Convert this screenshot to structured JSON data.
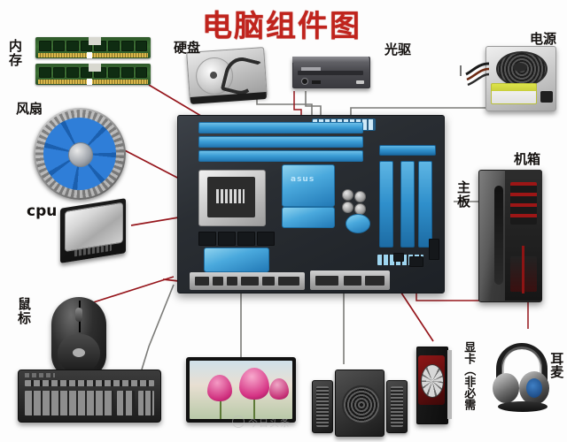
{
  "title": "电脑组件图",
  "title_color": "#c0241d",
  "labels": {
    "ram": "内\n存",
    "fan": "风扇",
    "cpu": "cpu",
    "mouse": "鼠\n标",
    "hdd": "硬盘",
    "odd": "光驱",
    "psu": "电源",
    "case": "机箱",
    "motherboard": "主\n板",
    "gpu": "显卡（非必需",
    "headset": "耳麦"
  },
  "parts": {
    "ram_count": 2,
    "motherboard_brand": "asus",
    "monitor_wallpaper": "pink-tulips",
    "speaker_set": "2.1",
    "case_accent": "#8e1414",
    "gpu_accent": "#8f1616",
    "fan_accent": "#2f7ed8",
    "board_accent": "#3c9ed6"
  },
  "wires": {
    "red": "#96161c",
    "gray": "#7b7b78",
    "dark": "#3a3a38"
  },
  "watermark": "今日头条"
}
